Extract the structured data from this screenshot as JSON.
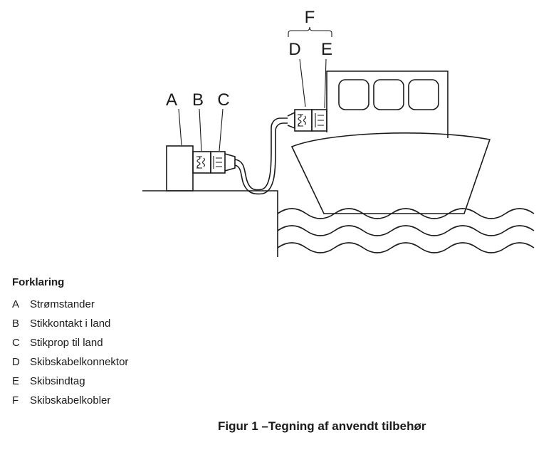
{
  "labels": {
    "A": "A",
    "B": "B",
    "C": "C",
    "D": "D",
    "E": "E",
    "F": "F"
  },
  "legend": {
    "title": "Forklaring",
    "items": [
      {
        "key": "A",
        "text": "Strømstander"
      },
      {
        "key": "B",
        "text": "Stikkontakt i land"
      },
      {
        "key": "C",
        "text": "Stikprop til land"
      },
      {
        "key": "D",
        "text": "Skibskabelkonnektor"
      },
      {
        "key": "E",
        "text": "Skibsindtag"
      },
      {
        "key": "F",
        "text": "Skibskabelkobler"
      }
    ]
  },
  "caption": "Figur 1 –Tegning af anvendt tilbehør"
}
